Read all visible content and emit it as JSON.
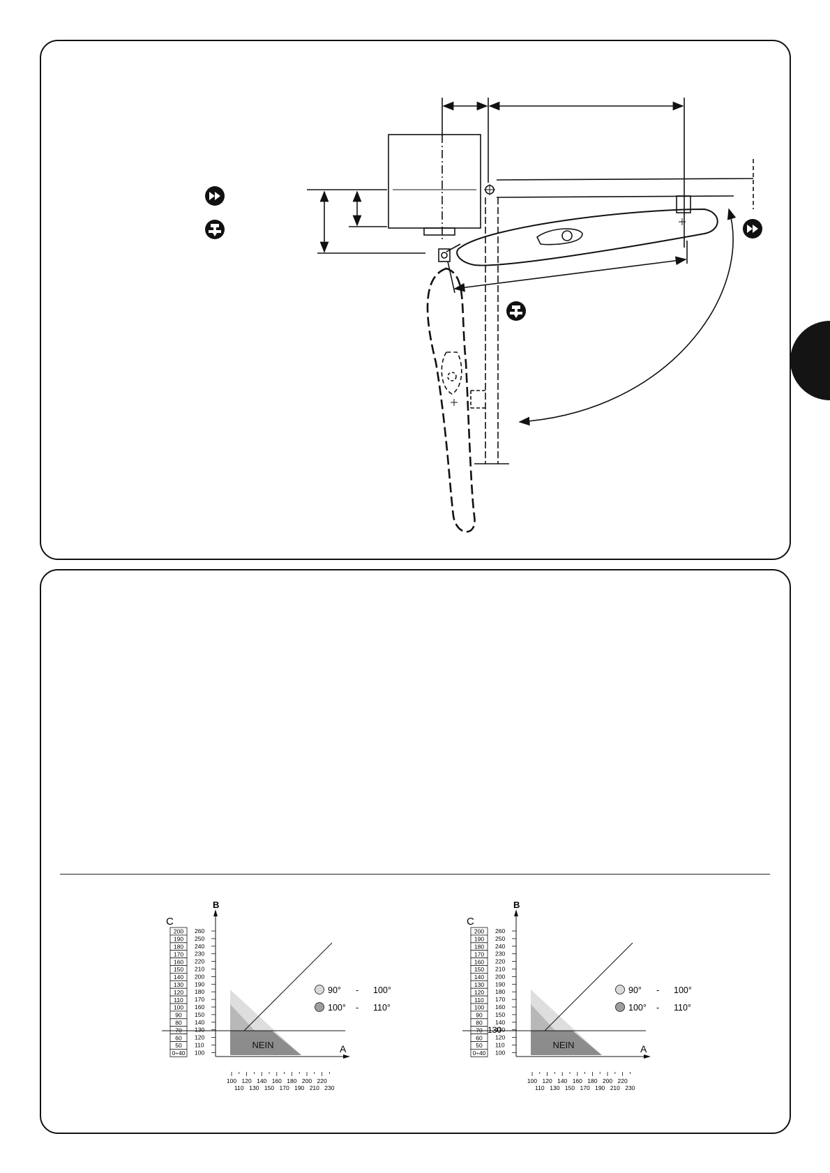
{
  "diagram": {
    "icon_names": [
      "fast-forward-icon",
      "tool-anvil-icon"
    ]
  },
  "charts": [
    {
      "b_axis_label": "B",
      "a_axis_label": "A",
      "c_column_label": "C",
      "c_values": [
        "200",
        "190",
        "180",
        "170",
        "160",
        "150",
        "140",
        "130",
        "120",
        "110",
        "100",
        "90",
        "80",
        "70",
        "60",
        "50",
        "0÷40"
      ],
      "b_ticks": [
        "260",
        "250",
        "240",
        "230",
        "220",
        "210",
        "200",
        "190",
        "180",
        "170",
        "160",
        "150",
        "140",
        "130",
        "120",
        "110",
        "100"
      ],
      "a_ticks_top": [
        "100",
        "120",
        "140",
        "160",
        "180",
        "200",
        "220"
      ],
      "a_ticks_bottom": [
        "110",
        "130",
        "150",
        "170",
        "190",
        "210",
        "230"
      ],
      "legend": [
        {
          "range_start": "90°",
          "dash": "-",
          "range_end": "100°",
          "color": "#d9d9d9"
        },
        {
          "range_start": "100°",
          "dash": "-",
          "range_end": "110°",
          "color": "#9d9d9d"
        }
      ],
      "region_label": "NEIN",
      "marker_label": "",
      "colors": {
        "light": "#dedede",
        "medium": "#b8b8b8",
        "dark": "#8c8c8c"
      }
    },
    {
      "b_axis_label": "B",
      "a_axis_label": "A",
      "c_column_label": "C",
      "c_values": [
        "200",
        "190",
        "180",
        "170",
        "160",
        "150",
        "140",
        "130",
        "120",
        "110",
        "100",
        "90",
        "80",
        "70",
        "60",
        "50",
        "0÷40"
      ],
      "b_ticks": [
        "260",
        "250",
        "240",
        "230",
        "220",
        "210",
        "200",
        "190",
        "180",
        "170",
        "160",
        "150",
        "140",
        "130",
        "120",
        "110",
        "100"
      ],
      "a_ticks_top": [
        "100",
        "120",
        "140",
        "160",
        "180",
        "200",
        "220"
      ],
      "a_ticks_bottom": [
        "110",
        "130",
        "150",
        "170",
        "190",
        "210",
        "230"
      ],
      "legend": [
        {
          "range_start": "90°",
          "dash": "-",
          "range_end": "100°",
          "color": "#d9d9d9"
        },
        {
          "range_start": "100°",
          "dash": "-",
          "range_end": "110°",
          "color": "#9d9d9d"
        }
      ],
      "region_label": "NEIN",
      "marker_label": "130",
      "colors": {
        "light": "#dedede",
        "medium": "#b8b8b8",
        "dark": "#8c8c8c"
      }
    }
  ]
}
